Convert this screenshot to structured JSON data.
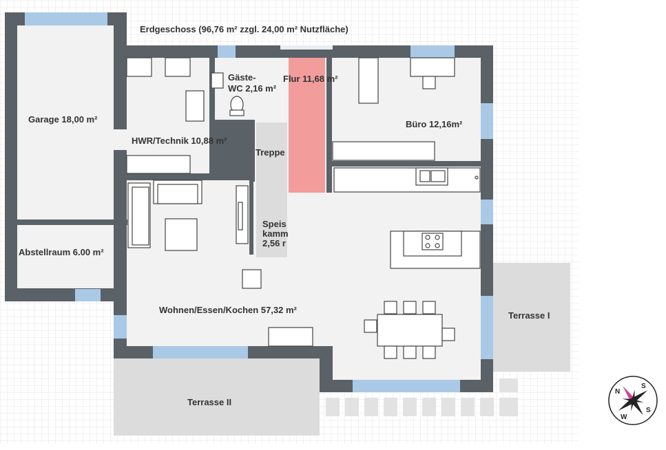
{
  "header": {
    "title": "Erdgeschoss (96,76 m² zzgl. 24,00 m² Nutzfläche)"
  },
  "rooms": {
    "garage": "Garage 18,00 m²",
    "abstellraum": "Abstellraum 6.00 m²",
    "hwr": "HWR/Technik 10,88 m²",
    "gaeste_wc_line1": "Gäste-",
    "gaeste_wc_line2": "WC 2,16 m²",
    "flur": "Flur 11,68 m²",
    "buero": "Büro 12,16m²",
    "treppe": "Treppe",
    "speis_line1": "Speis",
    "speis_line2": "kamm",
    "speis_line3": "2,56 r",
    "wohnen": "Wohnen/Essen/Kochen 57,32 m²",
    "terrasse1": "Terrasse I",
    "terrasse2": "Terrasse II"
  },
  "compass": {
    "n": "N",
    "s": "S",
    "w": "W",
    "e": "S"
  },
  "colors": {
    "wall": "#5a6167",
    "floor": "#f2f2f2",
    "window": "#a9c9e6",
    "terrace": "#dcdcdc",
    "highlight": "#f29c9c",
    "grid": "#e6e6e6"
  }
}
